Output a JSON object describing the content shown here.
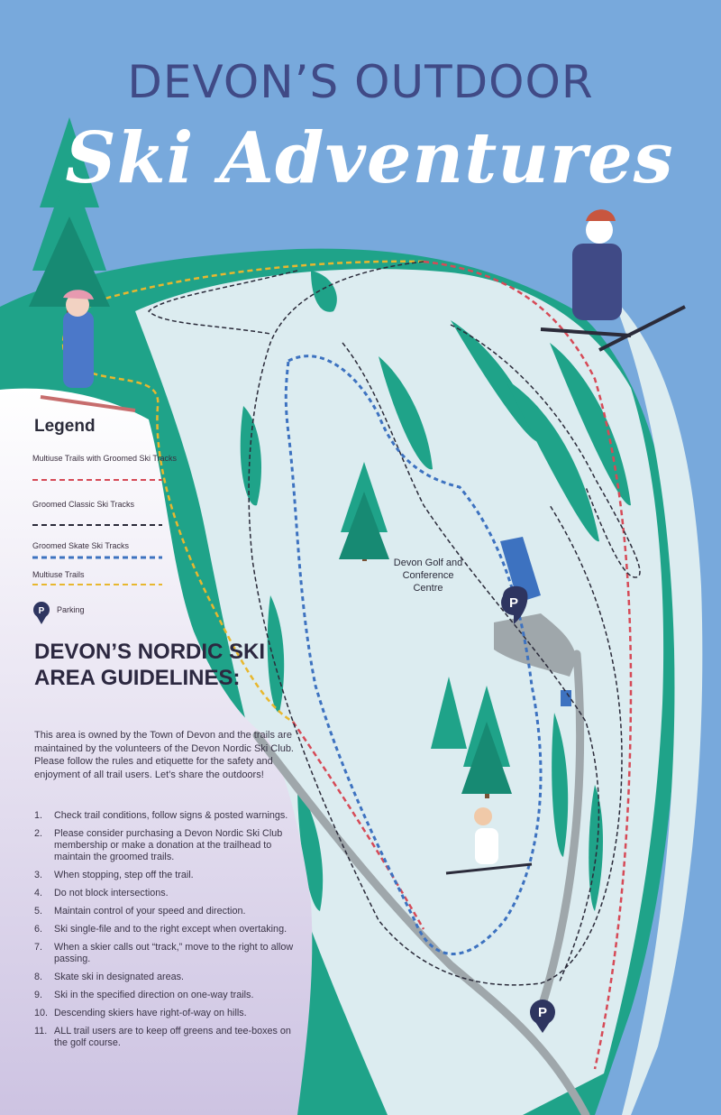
{
  "title": {
    "line1": "DEVON’S OUTDOOR",
    "line2": "Ski Adventures"
  },
  "legend": {
    "title": "Legend",
    "items": [
      {
        "label": "Multiuse Trails with Groomed Ski Tracks",
        "color": "#d64a57"
      },
      {
        "label": "Groomed Classic Ski Tracks",
        "color": "#2b2b3a"
      },
      {
        "label": "Groomed Skate Ski Tracks",
        "color": "#3d72c0"
      },
      {
        "label": "Multiuse Trails",
        "color": "#e8b72e"
      },
      {
        "label": "Parking",
        "color": "#2e3560"
      }
    ]
  },
  "map": {
    "centre_label": "Devon Golf and Conference Centre",
    "parking_symbol": "P",
    "colors": {
      "sky": "#78a9dc",
      "turf": "#1fa389",
      "snow": "#dcecf0",
      "road": "#9fa7ab"
    }
  },
  "guidelines": {
    "heading": "DEVON’S NORDIC SKI AREA GUIDELINES:",
    "intro": "This area is owned by the Town of Devon and the trails are maintained by the volunteers of the Devon Nordic Ski Club. Please follow the rules and etiquette for the safety and enjoyment of all trail users. Let’s share the outdoors!",
    "rules": [
      {
        "num": "1.",
        "text": "Check trail conditions, follow signs & posted warnings."
      },
      {
        "num": "2.",
        "text": "Please consider purchasing a Devon Nordic Ski Club membership or make a donation at the trailhead to maintain the groomed trails."
      },
      {
        "num": "3.",
        "text": "When stopping, step off the trail."
      },
      {
        "num": "4.",
        "text": "Do not block intersections."
      },
      {
        "num": "5.",
        "text": "Maintain control of your speed and direction."
      },
      {
        "num": "6.",
        "text": "Ski single-file and to the right except when overtaking."
      },
      {
        "num": "7.",
        "text": "When a skier calls out “track,” move to the right to allow passing."
      },
      {
        "num": "8.",
        "text": "Skate ski in designated areas."
      },
      {
        "num": "9.",
        "text": "Ski in the specified direction on one-way trails."
      },
      {
        "num": "10.",
        "text": "Descending skiers have right-of-way on hills."
      },
      {
        "num": "11.",
        "text": "ALL trail users are to keep off greens and tee-boxes on the golf course."
      }
    ]
  }
}
